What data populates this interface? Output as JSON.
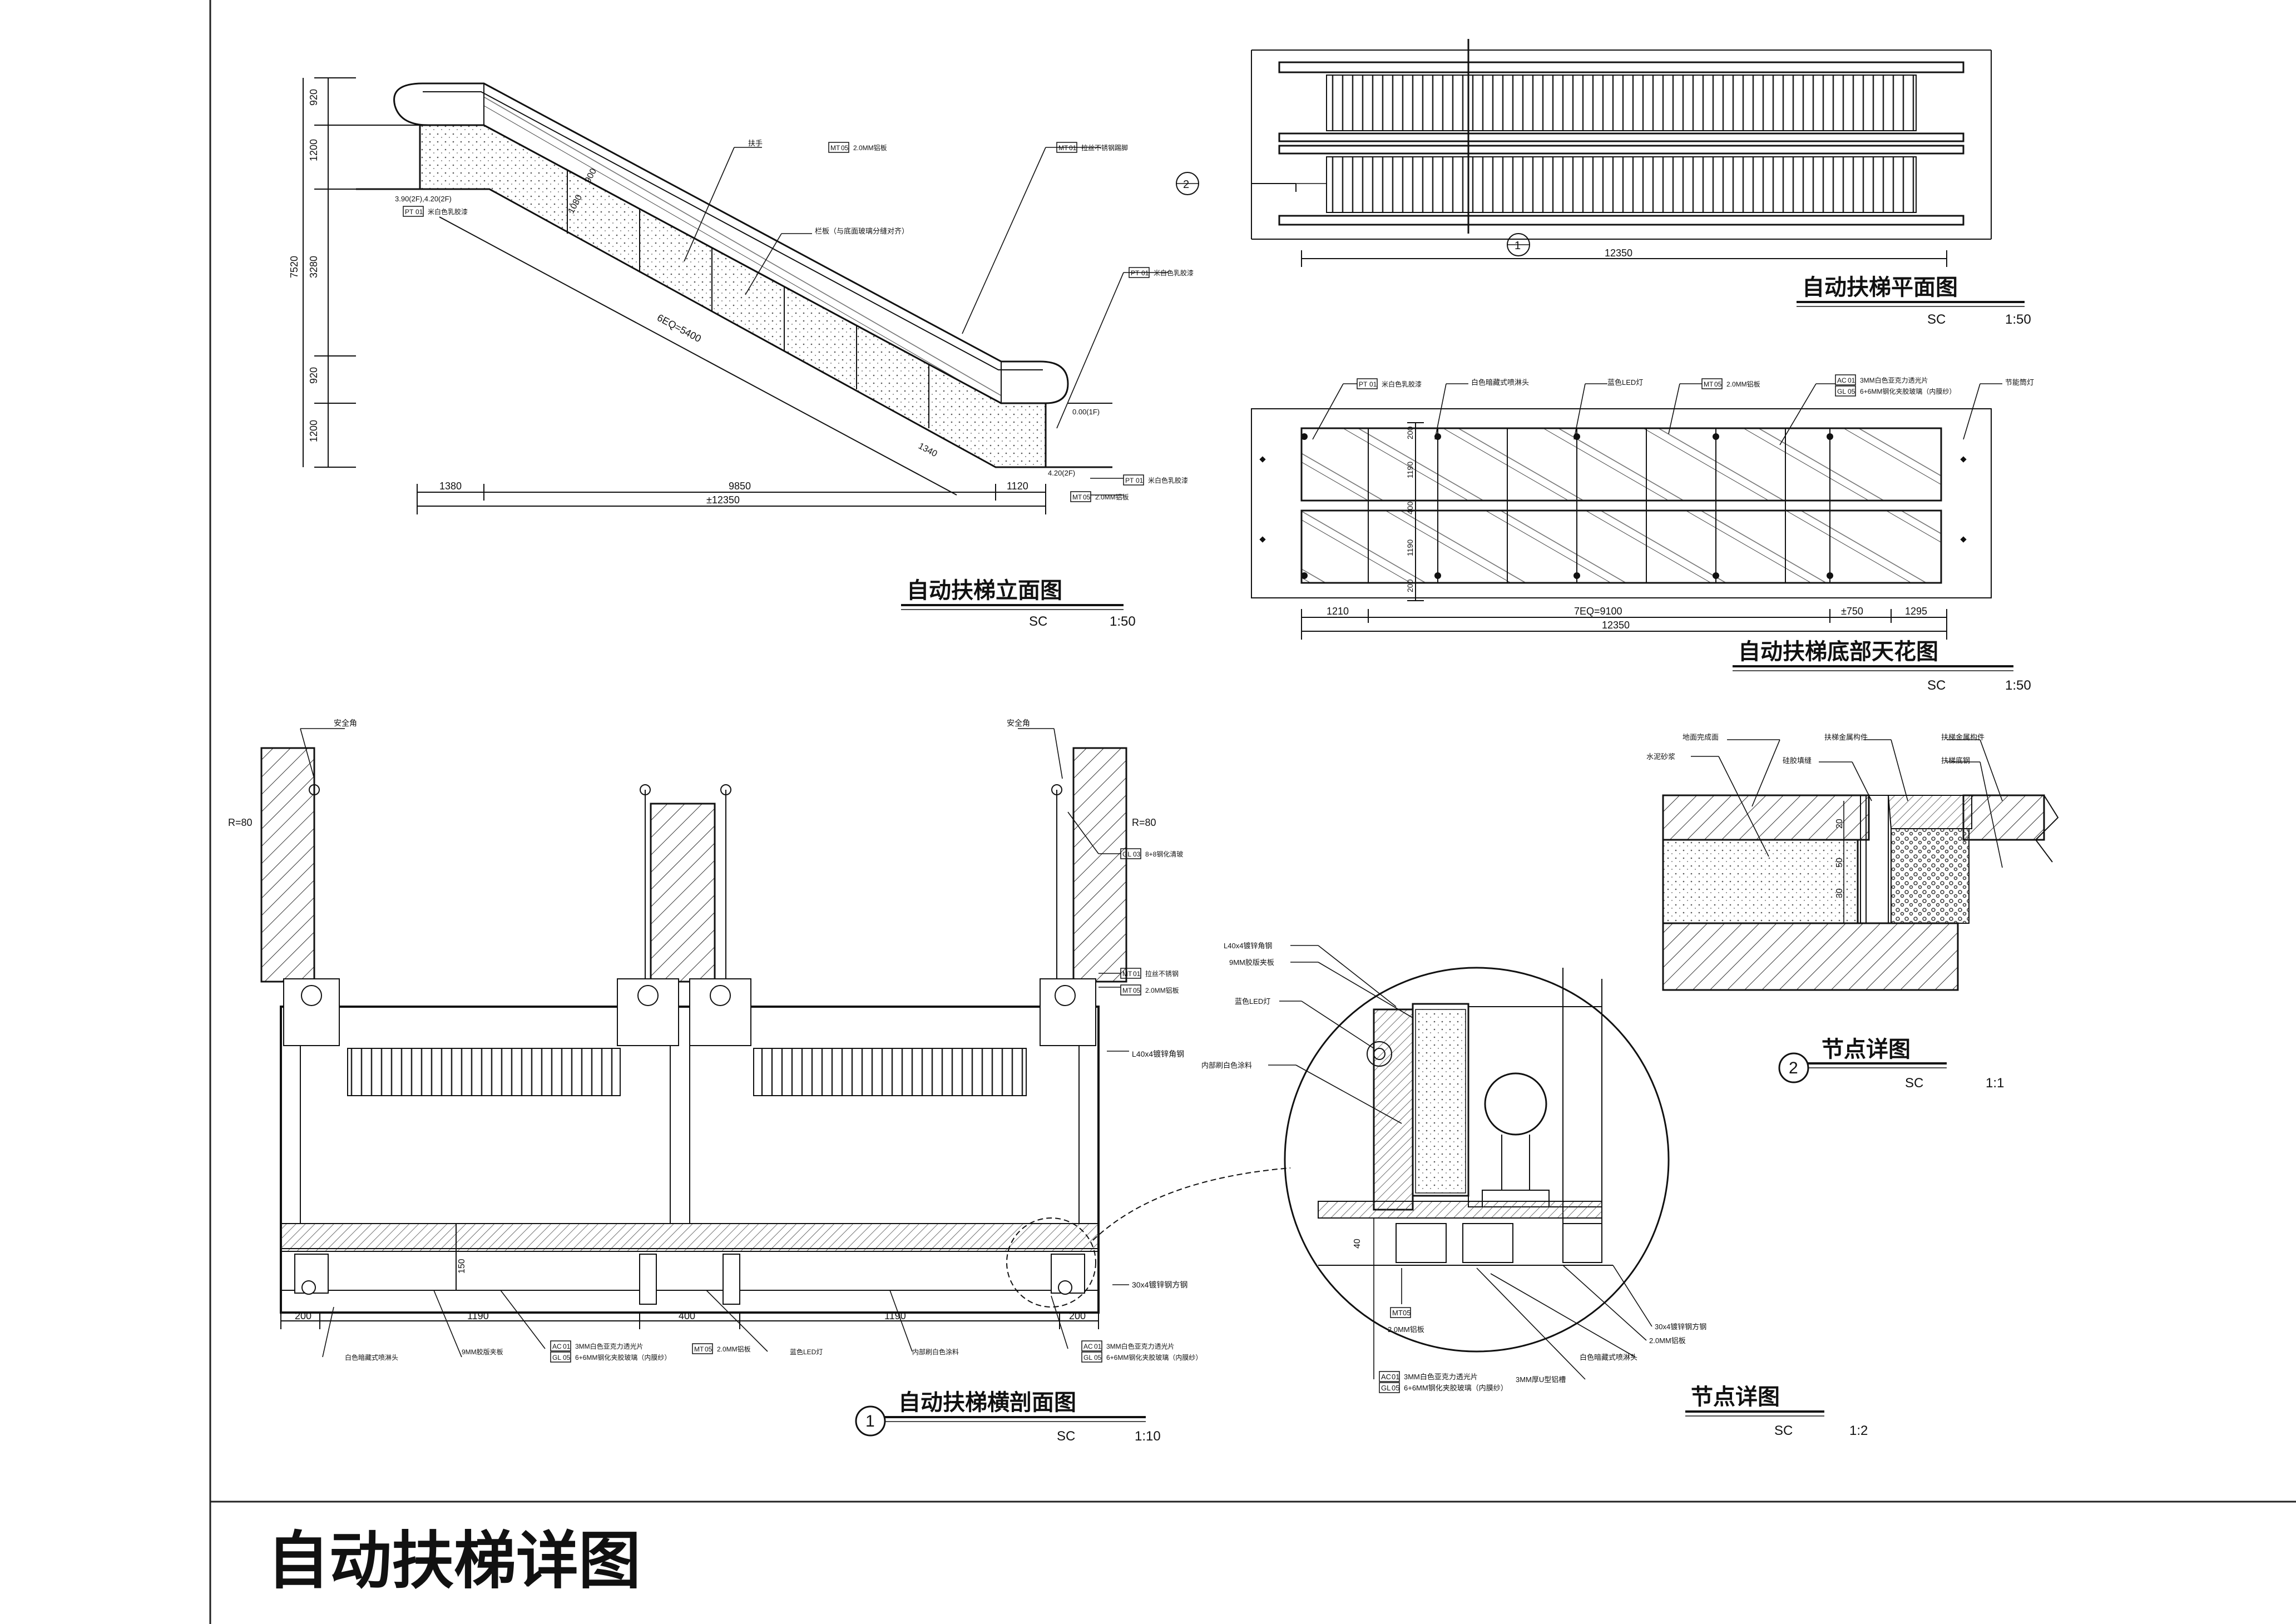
{
  "sheet_title": "自动扶梯详图",
  "colors": {
    "line": "#111111",
    "hatch": "#444444",
    "paper": "#ffffff"
  },
  "elevation": {
    "title": "自动扶梯立面图",
    "code": "SC",
    "scale": "1:50",
    "dims_left": [
      "920",
      "1200",
      "3280",
      "920",
      "1200"
    ],
    "dim_total": "7520",
    "dims_bottom": [
      "1380",
      "9850",
      "1120"
    ],
    "dim_bottom_total": "±12350",
    "slope_dim": "6EQ=5400",
    "rail_dim_a": "1080",
    "rail_dim_b": "900",
    "end_dim": "1340",
    "levels": [
      "3.90(2F),4.20(2F)",
      "0.00(1F)",
      "4.20(2F)"
    ],
    "tags": [
      {
        "code": "PT",
        "num": "01",
        "text": "米白色乳胶漆"
      },
      {
        "code": "MT",
        "num": "05",
        "text": "2.0MM铝板"
      },
      {
        "code": "MT",
        "num": "01",
        "text": "拉丝不锈钢踢脚"
      },
      {
        "code": "PT",
        "num": "01",
        "text": "米白色乳胶漆"
      },
      {
        "code": "PT",
        "num": "01",
        "text": "米白色乳胶漆"
      },
      {
        "code": "MT",
        "num": "05",
        "text": "2.0MM铝板"
      }
    ],
    "note_handrail": "扶手",
    "note_glass": "栏板（与底面玻璃分缝对齐）"
  },
  "plan": {
    "title": "自动扶梯平面图",
    "code": "SC",
    "scale": "1:50",
    "dim": "12350",
    "marker1": "1",
    "marker2": "2"
  },
  "ceiling": {
    "title": "自动扶梯底部天花图",
    "code": "SC",
    "scale": "1:50",
    "dims_bottom": [
      "1210",
      "7EQ=9100",
      "±750",
      "1295"
    ],
    "dim_total": "12350",
    "dims_left": [
      "200",
      "1190",
      "400",
      "1190",
      "200"
    ],
    "tags": [
      {
        "code": "PT",
        "num": "01",
        "text": "米白色乳胶漆"
      },
      {
        "code": "MT",
        "num": "05",
        "text": "2.0MM铝板"
      },
      {
        "code": "AC",
        "num": "01",
        "text": "3MM白色亚克力透光片"
      },
      {
        "code": "GL",
        "num": "05",
        "text": "6+6MM钢化夹胶玻璃（内膜纱）"
      }
    ],
    "notes": [
      "白色暗藏式喷淋头",
      "蓝色LED灯",
      "节能筒灯"
    ]
  },
  "section": {
    "title": "自动扶梯横剖面图",
    "code": "SC",
    "scale": "1:10",
    "marker": "1",
    "dims": [
      "200",
      "1190",
      "400",
      "1190",
      "200"
    ],
    "dim_150": "150",
    "note_safety": "安全角",
    "radius": "R=80",
    "tags_right": [
      {
        "code": "GL",
        "num": "03",
        "text": "8+8钢化清玻"
      },
      {
        "code": "MT",
        "num": "01",
        "text": "拉丝不锈钢"
      },
      {
        "code": "MT",
        "num": "05",
        "text": "2.0MM铝板"
      }
    ],
    "note_angle": "L40x4镀锌角钢",
    "note_tube": "30x4镀锌钢方钢",
    "bottom_notes": [
      "白色暗藏式喷淋头",
      "9MM胶版夹板",
      "蓝色LED灯",
      "内部刷白色涂料"
    ],
    "bottom_tags_a": [
      {
        "code": "AC",
        "num": "01",
        "text": "3MM白色亚克力透光片"
      },
      {
        "code": "GL",
        "num": "05",
        "text": "6+6MM钢化夹胶玻璃（内膜纱）"
      }
    ],
    "bottom_tag_b": {
      "code": "MT",
      "num": "05",
      "text": "2.0MM铝板"
    },
    "bottom_tags_c": [
      {
        "code": "AC",
        "num": "01",
        "text": "3MM白色亚克力透光片"
      },
      {
        "code": "GL",
        "num": "05",
        "text": "6+6MM钢化夹胶玻璃（内膜纱）"
      }
    ]
  },
  "node_detail": {
    "title": "节点详图",
    "code": "SC",
    "scale": "1:2",
    "notes_left": [
      "L40x4镀锌角钢",
      "9MM胶版夹板",
      "蓝色LED灯",
      "内部刷白色涂料"
    ],
    "dim_40": "40",
    "tag_bottom": {
      "code": "MT",
      "num": "05",
      "text": "2.0MM铝板"
    },
    "tags_bottom2": [
      {
        "code": "AC",
        "num": "01",
        "text": "3MM白色亚克力透光片"
      },
      {
        "code": "GL",
        "num": "05",
        "text": "6+6MM钢化夹胶玻璃（内膜纱）"
      }
    ],
    "notes_right": [
      "30x4镀锌钢方钢",
      "2.0MM铝板",
      "白色暗藏式喷淋头",
      "3MM厚U型铝槽"
    ]
  },
  "node_detail2": {
    "title": "节点详图",
    "code": "SC",
    "scale": "1:1",
    "marker": "2",
    "notes": [
      "地面完成面",
      "水泥砂浆",
      "硅胶填缝",
      "扶梯金属构件",
      "扶梯金属构件",
      "扶梯底钢"
    ],
    "dims": [
      "20",
      "50",
      "30"
    ]
  }
}
